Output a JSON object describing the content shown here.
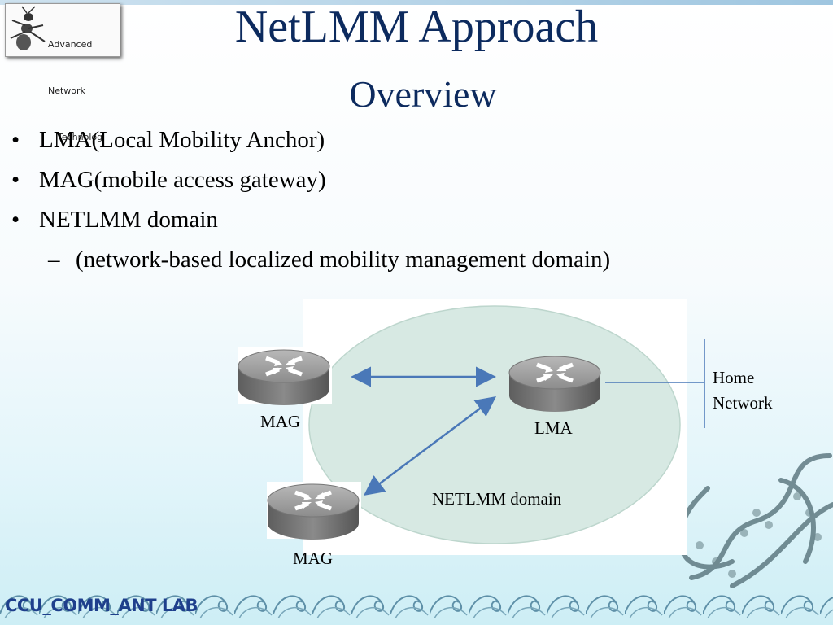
{
  "slide": {
    "title": "NetLMM Approach",
    "subtitle": "Overview",
    "bullets": [
      "LMA(Local Mobility Anchor)",
      "MAG(mobile access gateway)",
      "NETLMM domain"
    ],
    "sub_bullet": "(network-based localized mobility management domain)",
    "bullet_marker": "•",
    "sub_marker": "–"
  },
  "logo": {
    "line1": "Advanced",
    "line2": "Network",
    "line3": "Technolog",
    "icon": "ant-icon"
  },
  "diagram": {
    "mag_top_label": "MAG",
    "mag_bottom_label": "MAG",
    "lma_label": "LMA",
    "domain_label": "NETLMM domain",
    "home_line1": "Home",
    "home_line2": "Network",
    "colors": {
      "ellipse": "#d7e9e3",
      "arrow": "#4a78b8",
      "router_top": "#9a9a9a",
      "router_body": "#6e6e6e"
    }
  },
  "footer": {
    "text": "CCU_COMM_ANT LAB"
  }
}
